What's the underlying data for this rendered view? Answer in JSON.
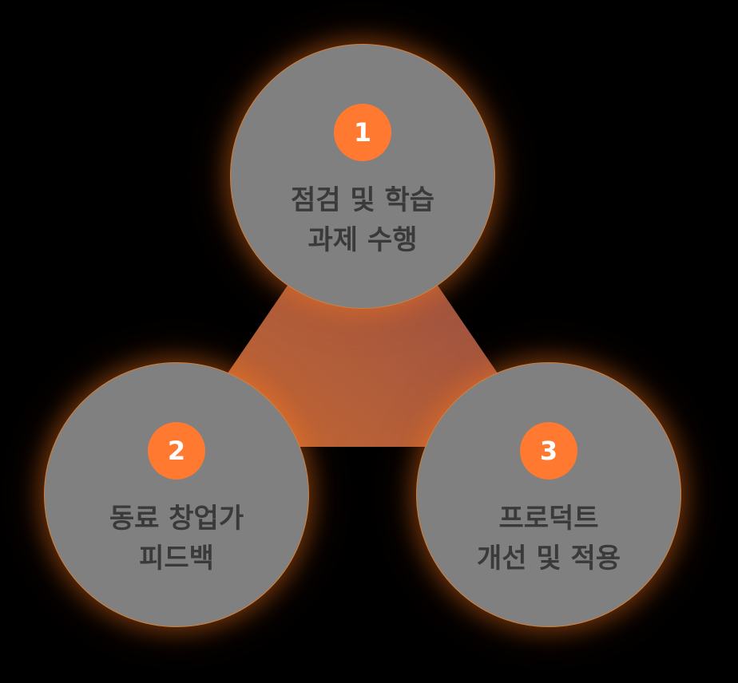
{
  "colors": {
    "background": "#000000",
    "circle_fill": "#808080",
    "circle_border": "#d2803c",
    "badge": "#ff7a30",
    "badge_text": "#ffffff",
    "label_text": "#3a3a3a",
    "triangle_start": "#c86a32",
    "triangle_end": "#8a4848"
  },
  "nodes": [
    {
      "number": "1",
      "lines": [
        "점검 및 학습",
        "과제 수행"
      ]
    },
    {
      "number": "2",
      "lines": [
        "동료 창업가",
        "피드백"
      ]
    },
    {
      "number": "3",
      "lines": [
        "프로덕트",
        "개선 및 적용"
      ]
    }
  ]
}
